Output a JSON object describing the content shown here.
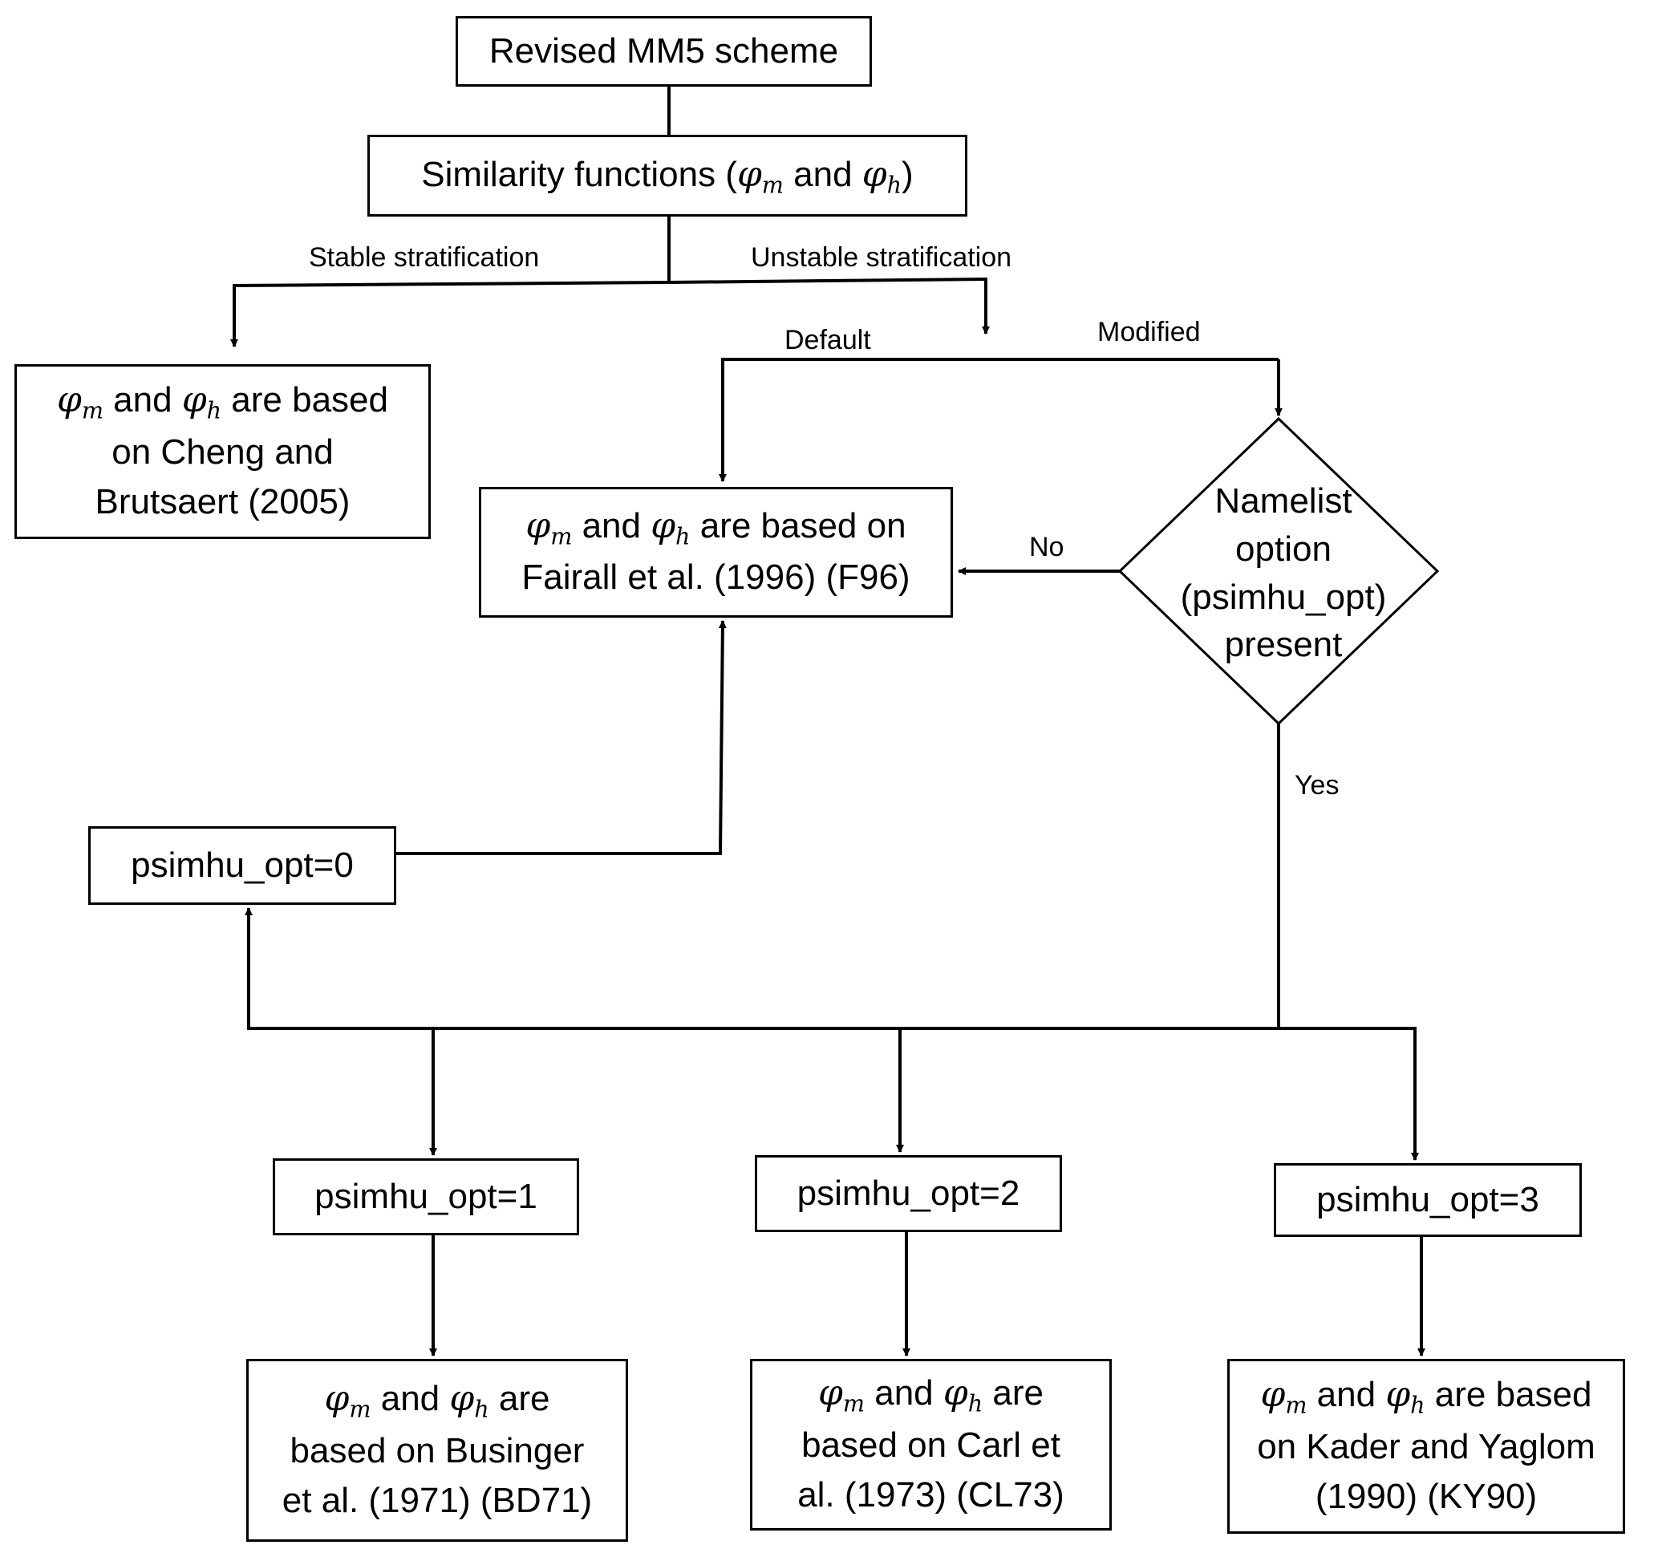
{
  "nodes": {
    "root": "Revised MM5 scheme",
    "similarity": {
      "prefix": "Similarity functions (",
      "phi": "φ",
      "m": "m",
      "and": "and",
      "h": "h",
      "suffix": ")"
    },
    "phi_common": {
      "phi": "φ",
      "m": "m",
      "h": "h",
      "and": "and"
    },
    "stable": {
      "l1_tail": "are based",
      "l2": "on Cheng  and",
      "l3": "Brutsaert (2005)"
    },
    "f96": {
      "l1_tail": "are based on",
      "l2": "Fairall et al. (1996) (F96)"
    },
    "decision": {
      "l1": "Namelist",
      "l2": "option",
      "l3": "(psimhu_opt)",
      "l4": "present"
    },
    "opt0": "psimhu_opt=0",
    "opt1": "psimhu_opt=1",
    "opt2": "psimhu_opt=2",
    "opt3": "psimhu_opt=3",
    "bd71": {
      "l1_tail": "are",
      "l2": "based on Businger",
      "l3": "et al. (1971) (BD71)"
    },
    "cl73": {
      "l1_tail": "are",
      "l2": "based on Carl et",
      "l3": "al. (1973) (CL73)"
    },
    "ky90": {
      "l1_tail": "are based",
      "l2": "on Kader and Yaglom",
      "l3": "(1990) (KY90)"
    }
  },
  "edge_labels": {
    "stable": "Stable stratification",
    "unstable": "Unstable  stratification",
    "default": "Default",
    "modified": "Modified",
    "no": "No",
    "yes": "Yes"
  }
}
